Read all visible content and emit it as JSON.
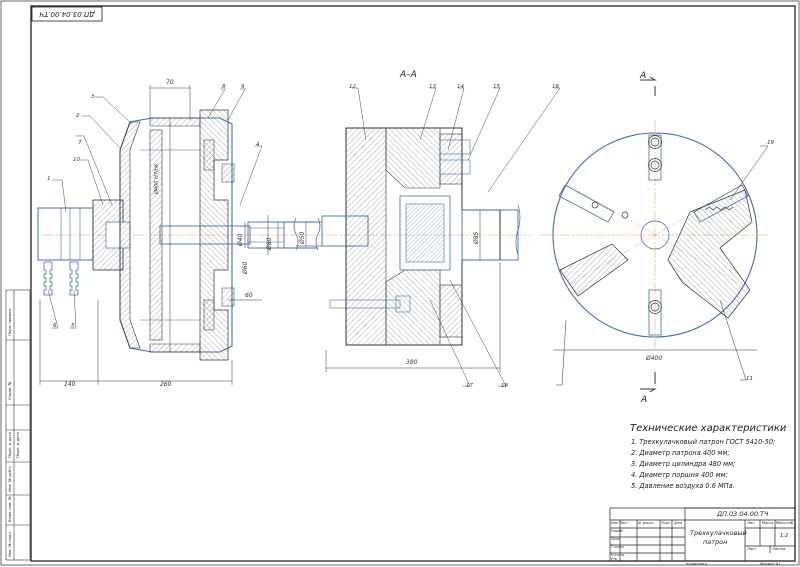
{
  "drawing": {
    "code_rotated": "ДП.03.04.00.ТЧ",
    "section_label": "А–А",
    "view_marks": [
      "А",
      "А"
    ],
    "leader_numbers": [
      "1",
      "2",
      "3",
      "4",
      "5",
      "6",
      "7",
      "8",
      "9",
      "10",
      "11",
      "12",
      "13",
      "14",
      "15",
      "16",
      "17",
      "18",
      "19"
    ],
    "dimensions": {
      "d70": "70",
      "d400_h7": "Ø400 Н7/h6",
      "d80_a": "Ø80",
      "d40": "Ø40",
      "d60": "Ø60",
      "d60b": "60",
      "d140": "140",
      "d260": "260",
      "d380": "380",
      "d50": "Ø50",
      "d85": "Ø85",
      "d400": "Ø400"
    }
  },
  "specs": {
    "title": "Технические характеристики",
    "lines": [
      "1. Трехкулачковый патрон ГОСТ 5410-50;",
      "2. Диаметр патрона 400 мм;",
      "3. Диаметр цилиндра 480 мм;",
      "4. Диаметр поршня 400 мм;",
      "5. Давление воздуха 0.6 МПа."
    ]
  },
  "title_block": {
    "doc_code": "ДП.03.04.00.ТЧ",
    "name_line1": "Трехкулачковый",
    "name_line2": "патрон",
    "scale": "1:2",
    "headers": [
      "Лит.",
      "Масса",
      "Масштаб"
    ],
    "sheet": "Лист",
    "sheets": "Листов",
    "copied": "Копировал",
    "format": "Формат А1",
    "rows": [
      "Изм. Лист",
      "Разраб.",
      "Пров.",
      "Т.контр.",
      "Н.контр.",
      "Утв."
    ],
    "cols": [
      "№ докум.",
      "Подп.",
      "Дата"
    ]
  },
  "side_stamp": [
    "Перв. примен.",
    "Справ. №",
    "Подп. и дата",
    "Инв. № дубл.",
    "Взам. инв. №",
    "Подп. и дата",
    "Инв. № подл."
  ]
}
